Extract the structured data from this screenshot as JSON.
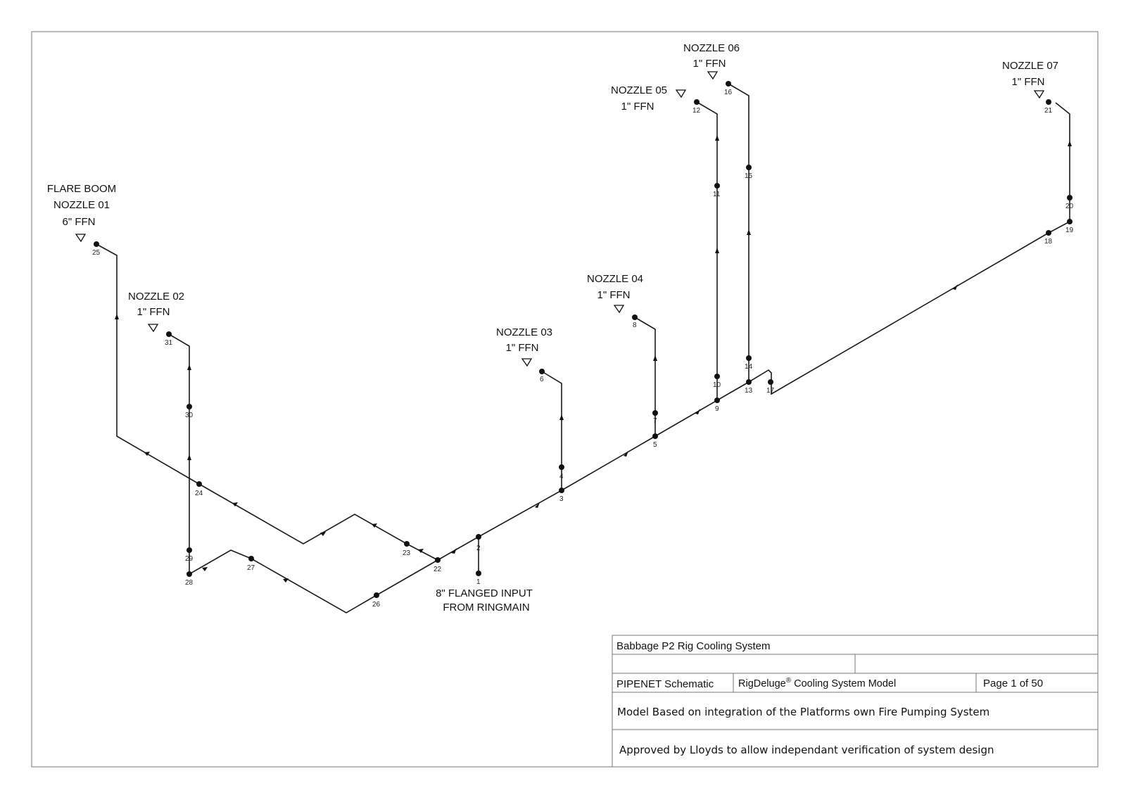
{
  "labels": {
    "flare_line1": "FLARE BOOM",
    "flare_line2": "NOZZLE 01",
    "flare_line3": "6\" FFN",
    "n02_line1": "NOZZLE 02",
    "n02_line2": "1\" FFN",
    "n03_line1": "NOZZLE 03",
    "n03_line2": "1\" FFN",
    "n04_line1": "NOZZLE 04",
    "n04_line2": "1\" FFN",
    "n05_line1": "NOZZLE 05",
    "n05_line2": "1\" FFN",
    "n06_line1": "NOZZLE 06",
    "n06_line2": "1\" FFN",
    "n07_line1": "NOZZLE 07",
    "n07_line2": "1\" FFN",
    "input_line1": "8\" FLANGED INPUT",
    "input_line2": "FROM RINGMAIN"
  },
  "nodes": [
    "1",
    "2",
    "3",
    "4",
    "5",
    "6",
    "7",
    "8",
    "9",
    "10",
    "11",
    "12",
    "13",
    "14",
    "15",
    "16",
    "17",
    "18",
    "19",
    "20",
    "21",
    "22",
    "23",
    "24",
    "25",
    "26",
    "27",
    "28",
    "29",
    "30",
    "31"
  ],
  "title_block": {
    "title": "Babbage P2 Rig Cooling System",
    "schematic": "PIPENET Schematic",
    "model_name": "RigDeluge",
    "model_reg": "®",
    "model_suffix": " Cooling System Model",
    "page": "Page 1 of 50",
    "note1": "Model Based on integration of the Platforms own Fire Pumping System",
    "note2": "Approved by Lloyds to allow independant verification of system design"
  }
}
